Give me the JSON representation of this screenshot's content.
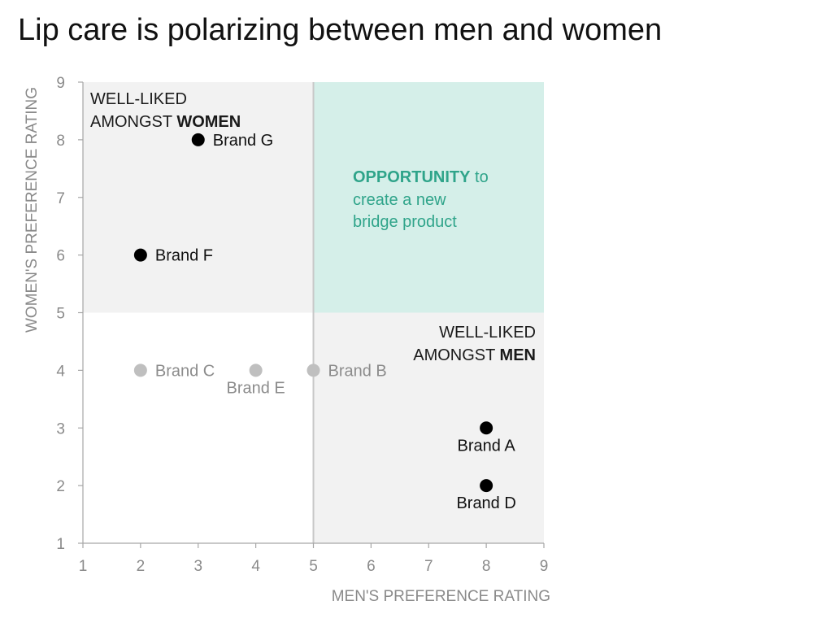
{
  "title": "Lip care is polarizing between men and women",
  "chart_data": {
    "type": "scatter",
    "title": "Lip care is polarizing between men and women",
    "xlabel": "MEN'S PREFERENCE RATING",
    "ylabel": "WOMEN'S PREFERENCE RATING",
    "xlim": [
      1,
      9
    ],
    "ylim": [
      1,
      9
    ],
    "xticks": [
      1,
      2,
      3,
      4,
      5,
      6,
      7,
      8,
      9
    ],
    "yticks": [
      1,
      2,
      3,
      4,
      5,
      6,
      7,
      8,
      9
    ],
    "grid": false,
    "reference_lines": {
      "x": 5,
      "y": 5
    },
    "points": [
      {
        "label": "Brand A",
        "x": 8,
        "y": 3,
        "highlight": true,
        "label_pos": "below"
      },
      {
        "label": "Brand B",
        "x": 5,
        "y": 4,
        "highlight": false,
        "label_pos": "right"
      },
      {
        "label": "Brand C",
        "x": 2,
        "y": 4,
        "highlight": false,
        "label_pos": "right"
      },
      {
        "label": "Brand D",
        "x": 8,
        "y": 2,
        "highlight": true,
        "label_pos": "below"
      },
      {
        "label": "Brand E",
        "x": 4,
        "y": 4,
        "highlight": false,
        "label_pos": "below"
      },
      {
        "label": "Brand F",
        "x": 2,
        "y": 6,
        "highlight": true,
        "label_pos": "right"
      },
      {
        "label": "Brand G",
        "x": 3,
        "y": 8,
        "highlight": true,
        "label_pos": "right"
      }
    ],
    "quadrants": {
      "top_left": {
        "line1": "WELL-LIKED",
        "line2_prefix": "AMONGST ",
        "line2_bold": "WOMEN"
      },
      "top_right": {
        "bold": "OPPORTUNITY",
        "line1_rest": " to",
        "line2": "create a new",
        "line3": "bridge product"
      },
      "bottom_right": {
        "line1": "WELL-LIKED",
        "line2_prefix": "AMONGST ",
        "line2_bold": "MEN"
      }
    },
    "colors": {
      "quadrant_shade": "#f2f2f2",
      "opportunity_shade": "#d5efe9",
      "opportunity_text": "#2fa48a",
      "highlight_point": "#000000",
      "muted_point": "#bfbfbf",
      "muted_label": "#8c8c8c",
      "axis": "#a6a6a6",
      "divider": "#c8c8c8"
    }
  }
}
